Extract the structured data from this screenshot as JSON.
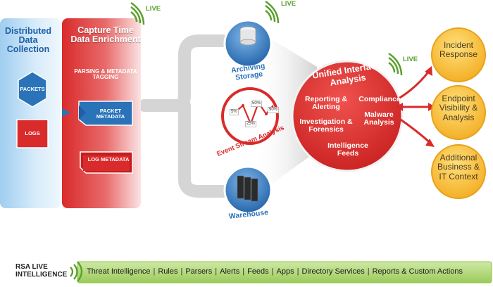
{
  "collection": {
    "title": "Distributed Data Collection",
    "packets": "PACKETS",
    "logs": "LOGS"
  },
  "capture": {
    "title": "Capture Time Data Enrichment",
    "subtitle": "PARSING & METADATA TAGGING",
    "packet_metadata": "PACKET METADATA",
    "log_metadata": "LOG METADATA"
  },
  "live_label": "LIVE",
  "storage": {
    "archiving": "Archiving Storage",
    "event_stream": "Event Stream Analysis",
    "warehouse": "Warehouse",
    "chart_labels": [
      "5%",
      "50%",
      "25%",
      "90%"
    ]
  },
  "unified": {
    "title": "Unified Interface Analysis",
    "reporting": "Reporting & Alerting",
    "compliance": "Compliance",
    "investigation": "Investigation & Forensics",
    "malware": "Malware Analysis",
    "intelligence": "Intelligence Feeds"
  },
  "outcomes": [
    "Incident Response",
    "Endpoint Visibility & Analysis",
    "Additional Business & IT Context"
  ],
  "footer": {
    "brand": "RSA LIVE INTELLIGENCE",
    "items": [
      "Threat Intelligence",
      "Rules",
      "Parsers",
      "Alerts",
      "Feeds",
      "Apps",
      "Directory Services",
      "Reports & Custom Actions"
    ]
  },
  "colors": {
    "blue": "#2a73b8",
    "red": "#d92b2b",
    "orange": "#f5b21a",
    "green": "#8cc63f",
    "live_green": "#5aa02c"
  }
}
